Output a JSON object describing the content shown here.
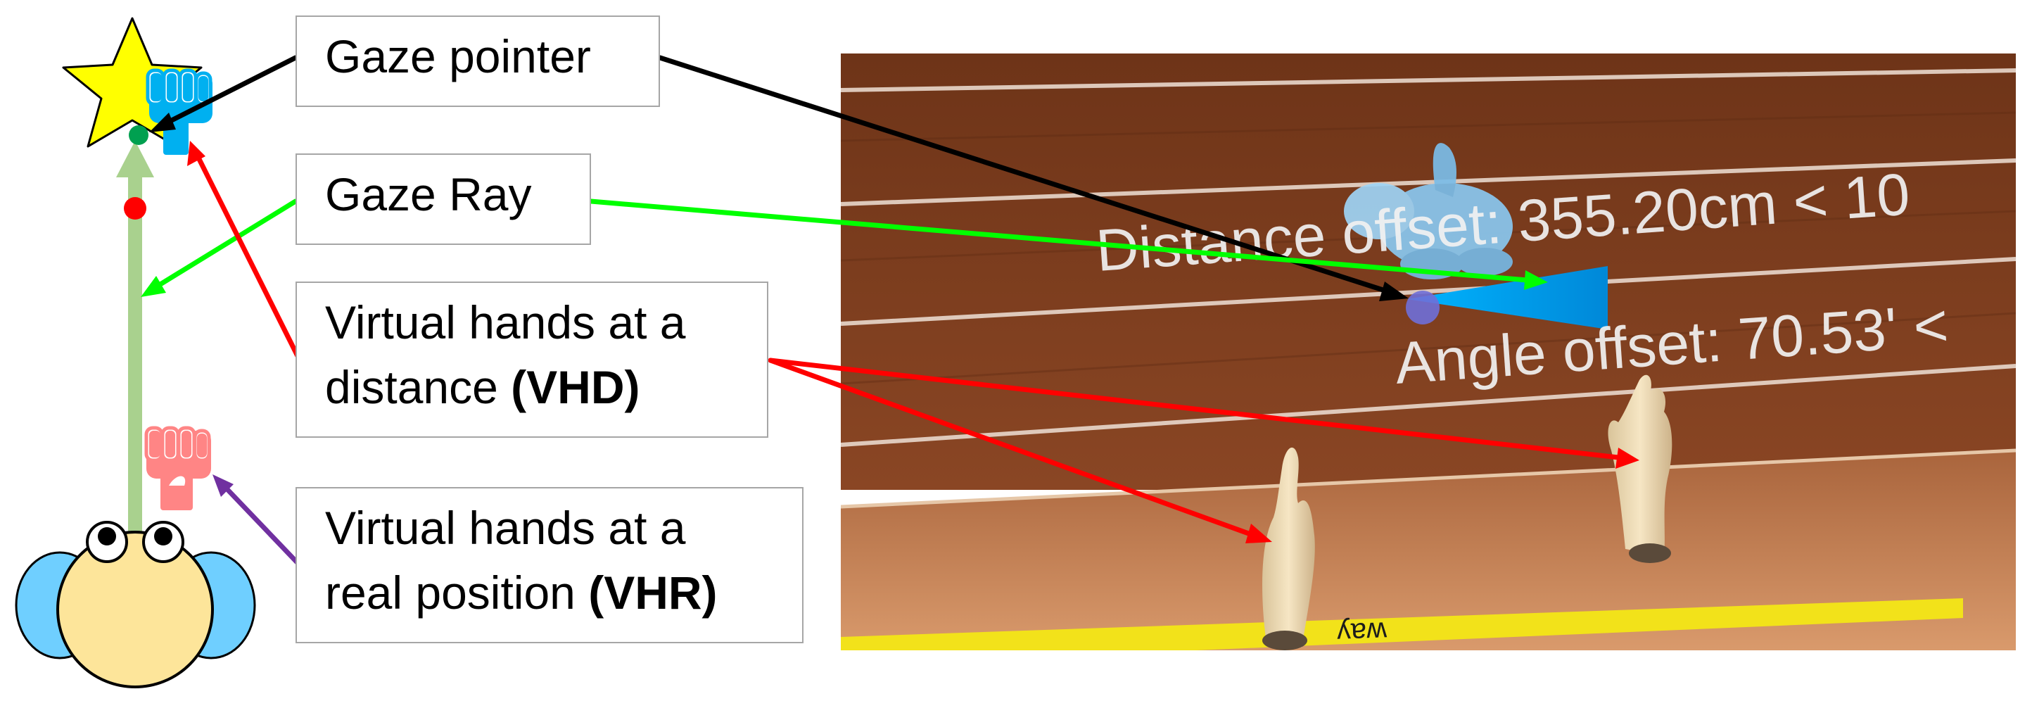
{
  "labels": {
    "gaze_pointer": "Gaze pointer",
    "gaze_ray": "Gaze Ray",
    "vhd": {
      "line1": "Virtual hands at a",
      "line2": "distance ",
      "bold": "(VHD)"
    },
    "vhr": {
      "line1": "Virtual hands at a",
      "line2": "real position ",
      "bold": "(VHR)"
    }
  },
  "screenshot": {
    "distance_text": "Distance offset: 355.20cm < 10",
    "angle_text": "Angle offset: 70.53' <",
    "floor_text": "ʎɐʍ"
  },
  "colors": {
    "star": "#ffff00",
    "gaze_ray": "#a9d18e",
    "gaze_pointer_dot": "#00a050",
    "red_dot": "#ff0000",
    "virtual_hand": "#00b0f0",
    "real_hand": "#ff8585",
    "head": "#fde59a",
    "ears": "#6fcfff",
    "arrow_black": "#000000",
    "arrow_green": "#00ff00",
    "arrow_red": "#ff0000",
    "arrow_purple": "#7030a0",
    "wall": "#7a3a1c",
    "floor": "#c98458",
    "cone": "#009ee0",
    "bunny": "#8ac8f0",
    "hand_skin": "#f0dcb4"
  }
}
